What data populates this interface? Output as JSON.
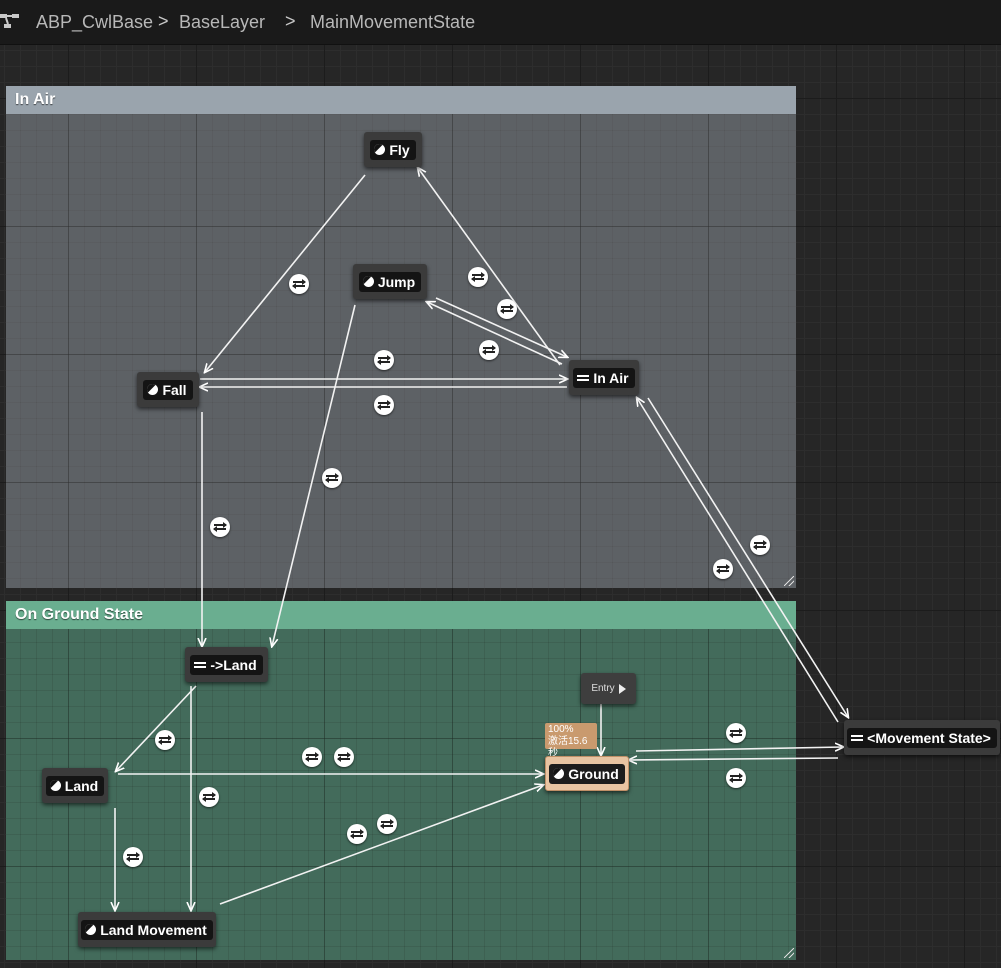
{
  "breadcrumb": {
    "items": [
      "ABP_CwlBase",
      "BaseLayer",
      "MainMovementState"
    ],
    "separator": ">"
  },
  "comments": {
    "in_air": {
      "title": "In Air",
      "color": "#9aa4ad"
    },
    "on_ground": {
      "title": "On Ground State",
      "color": "#6aae90"
    }
  },
  "nodes": {
    "fly": "Fly",
    "jump": "Jump",
    "fall": "Fall",
    "in_air": "In Air",
    "to_land": "->Land",
    "land": "Land",
    "land_movement": "Land Movement",
    "ground": "Ground",
    "entry": "Entry",
    "movement_state": "<Movement State>"
  },
  "debug": {
    "line1": "100%",
    "line2": "激活15.6秒"
  },
  "icons": {
    "state": "state-icon",
    "conduit": "conduit-icon",
    "transition": "transition-rule-icon",
    "entry": "play-icon"
  },
  "colors": {
    "active_state": "#e8c4a2",
    "in_air_header": "#9aa4ad",
    "ground_header": "#6aae90"
  }
}
